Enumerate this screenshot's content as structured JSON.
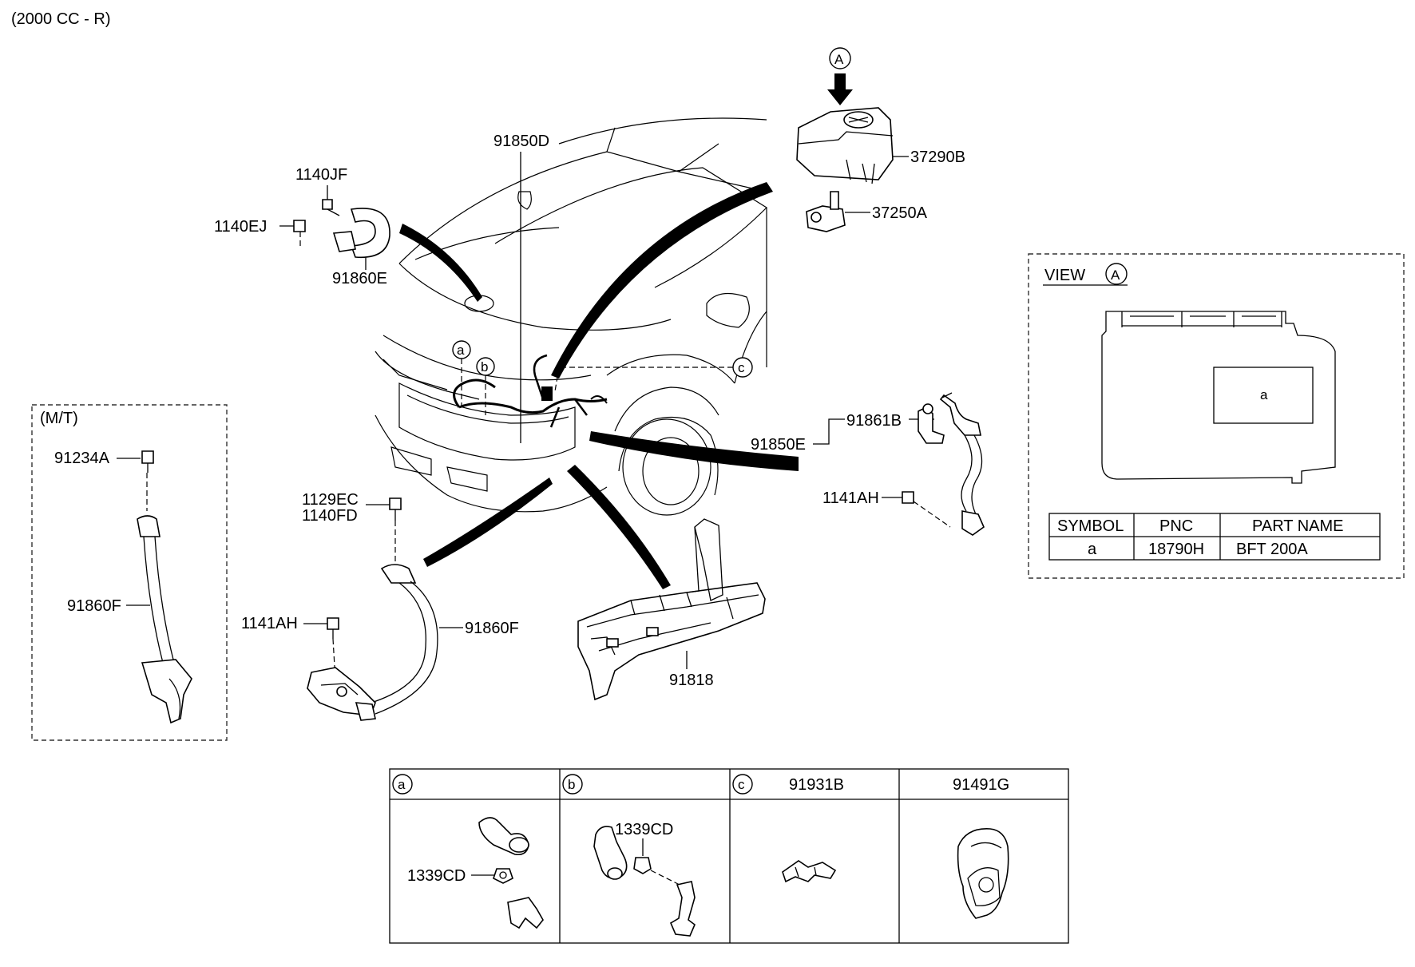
{
  "header_note": "(2000 CC - R)",
  "callout_letters": {
    "A": "A",
    "a": "a",
    "b": "b",
    "c": "c"
  },
  "labels": {
    "p91850D": "91850D",
    "p1140JF": "1140JF",
    "p1140EJ": "1140EJ",
    "p91860E": "91860E",
    "p37290B": "37290B",
    "p37250A": "37250A",
    "p91861B": "91861B",
    "p91850E": "91850E",
    "p1141AH_right": "1141AH",
    "p1129EC": "1129EC",
    "p1140FD": "1140FD",
    "p1141AH_left": "1141AH",
    "p91860F_main": "91860F",
    "p91818": "91818"
  },
  "mt_box": {
    "title": "(M/T)",
    "bolt": "91234A",
    "cable": "91860F"
  },
  "view_box": {
    "title": "VIEW",
    "letter": "A",
    "slot_label": "a",
    "table": {
      "headers": [
        "SYMBOL",
        "PNC",
        "PART NAME"
      ],
      "rows": [
        [
          "a",
          "18790H",
          "BFT 200A"
        ]
      ]
    }
  },
  "bottom_table": {
    "cells": [
      {
        "letter": "a",
        "title": "",
        "part": "1339CD"
      },
      {
        "letter": "b",
        "title": "",
        "part": "1339CD"
      },
      {
        "letter": "c",
        "title": "91931B",
        "part": ""
      },
      {
        "letter": "",
        "title": "91491G",
        "part": ""
      }
    ]
  }
}
